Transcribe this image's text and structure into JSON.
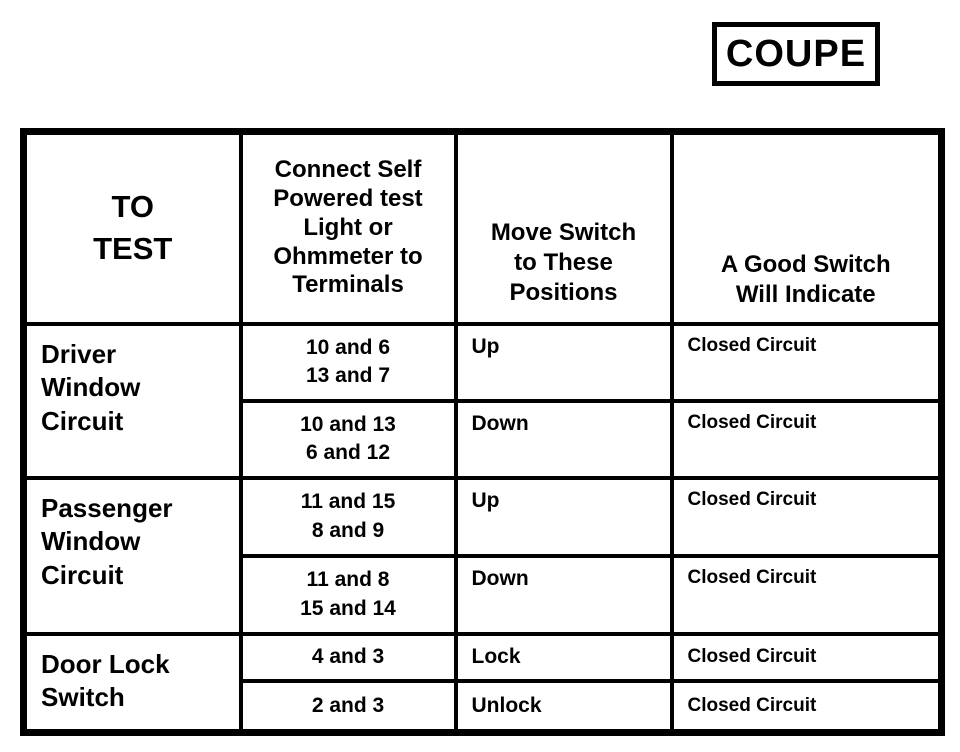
{
  "badge": {
    "label": "COUPE"
  },
  "colors": {
    "ink": "#000000",
    "paper": "#ffffff"
  },
  "table": {
    "headers": [
      {
        "lines": [
          "TO",
          "TEST"
        ]
      },
      {
        "lines": [
          "Connect Self",
          "Powered test",
          "Light or",
          "Ohmmeter to",
          "Terminals"
        ]
      },
      {
        "lines": [
          "Move Switch",
          "to These",
          "Positions"
        ]
      },
      {
        "lines": [
          "A Good Switch",
          "Will Indicate"
        ]
      }
    ],
    "groups": [
      {
        "label_lines": [
          "Driver",
          "Window",
          "Circuit"
        ],
        "rows": [
          {
            "terminal_lines": [
              "10 and 6",
              "13 and 7"
            ],
            "position": "Up",
            "indication": "Closed Circuit"
          },
          {
            "terminal_lines": [
              "10 and 13",
              "6 and 12"
            ],
            "position": "Down",
            "indication": "Closed Circuit"
          }
        ]
      },
      {
        "label_lines": [
          "Passenger",
          "Window",
          "Circuit"
        ],
        "rows": [
          {
            "terminal_lines": [
              "11 and 15",
              "8 and 9"
            ],
            "position": "Up",
            "indication": "Closed Circuit"
          },
          {
            "terminal_lines": [
              "11 and 8",
              "15 and 14"
            ],
            "position": "Down",
            "indication": "Closed Circuit"
          }
        ]
      },
      {
        "label_lines": [
          "Door Lock",
          "Switch"
        ],
        "rows": [
          {
            "terminal_lines": [
              "4 and 3"
            ],
            "position": "Lock",
            "indication": "Closed Circuit"
          },
          {
            "terminal_lines": [
              "2 and 3"
            ],
            "position": "Unlock",
            "indication": "Closed Circuit"
          }
        ]
      }
    ]
  }
}
